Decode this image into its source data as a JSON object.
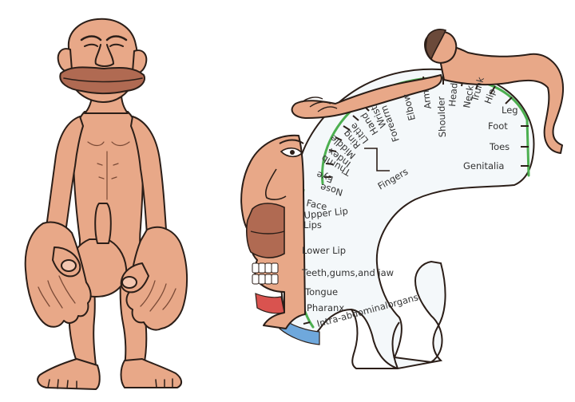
{
  "figure": {
    "homunculus": "sensory-homunculus-figure",
    "map": "cortical-sensory-map"
  },
  "colors": {
    "skin": "#E8A888",
    "skin_shadow": "#C98B6D",
    "outline": "#2B1E18",
    "lips": "#B06A52",
    "hair": "#6B4A3A",
    "brain_fill": "#F4F8FA",
    "tick_green": "#4CAF50",
    "pharynx_red": "#D9534F",
    "abdomen_blue": "#6FA8DC",
    "label_text": "#333333"
  },
  "labels": {
    "hip": "Hip",
    "trunk": "Trunk",
    "neck": "Neck",
    "head": "Head",
    "shoulder": "Shoulder",
    "arm": "Arm",
    "elbow": "Elbow",
    "forearm": "Forearm",
    "wrist": "Wrist",
    "hand": "Hand",
    "little": "Little",
    "ring": "Ring",
    "middle": "Middle",
    "index": "Index",
    "thumb": "Thumb",
    "eye": "Eye",
    "nose": "Nose",
    "fingers": "Fingers",
    "leg": "Leg",
    "foot": "Foot",
    "toes": "Toes",
    "genitalia": "Genitalia",
    "face": "Face",
    "upper_lip": "Upper Lip",
    "lips": "Lips",
    "lower_lip": "Lower Lip",
    "teeth": "Teeth,gums,and jaw",
    "tongue": "Tongue",
    "pharynx": "Pharanx",
    "intra_abdominal": "Intra-abdominalorgans"
  }
}
